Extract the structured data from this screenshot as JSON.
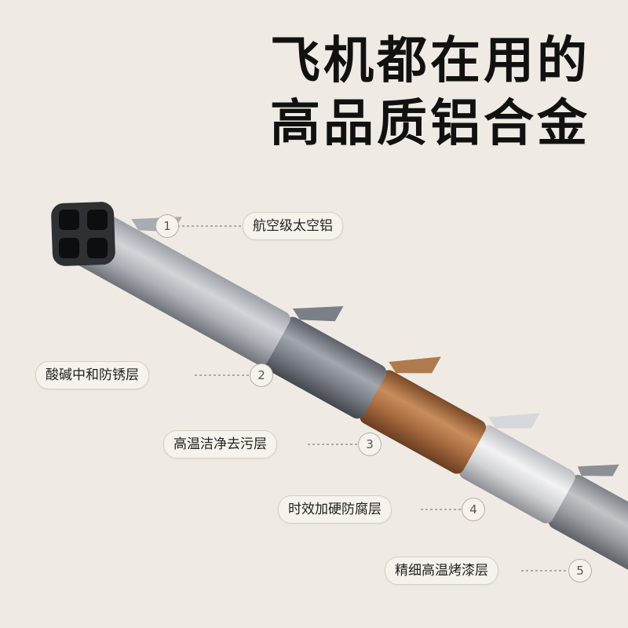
{
  "headline": {
    "line1": "飞机都在用的",
    "line2": "高品质铝合金"
  },
  "layers": [
    {
      "number": "1",
      "label": "航空级太空铝"
    },
    {
      "number": "2",
      "label": "酸碱中和防锈层"
    },
    {
      "number": "3",
      "label": "高温洁净去污层"
    },
    {
      "number": "4",
      "label": "时效加硬防腐层"
    },
    {
      "number": "5",
      "label": "精细高温烤漆层"
    }
  ],
  "colors": {
    "background": "#efebe4",
    "layer1": "#b6b9bf",
    "layer2": "#7c8088",
    "layer3": "#a0693f",
    "layer4": "#dadbde",
    "layer5": "#9ea1a6"
  }
}
